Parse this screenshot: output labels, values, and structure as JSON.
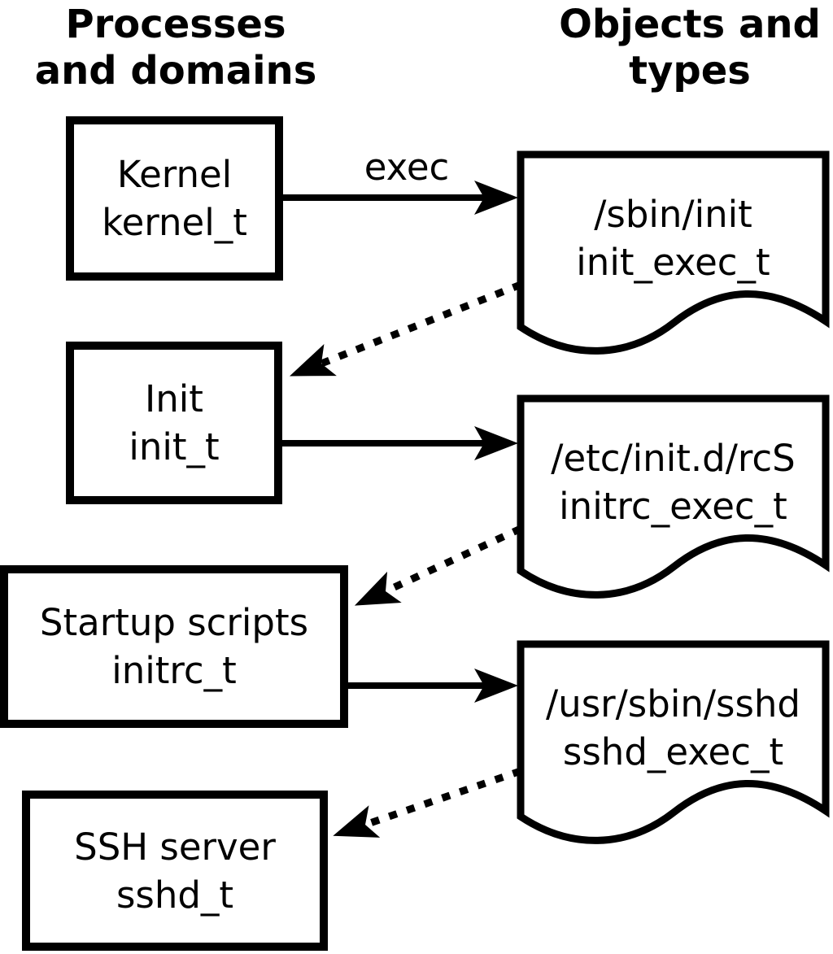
{
  "columns": {
    "left": {
      "line1": "Processes",
      "line2": "and domains"
    },
    "right": {
      "line1": "Objects and",
      "line2": "types"
    }
  },
  "processes": [
    {
      "name": "Kernel",
      "type": "kernel_t"
    },
    {
      "name": "Init",
      "type": "init_t"
    },
    {
      "name": "Startup scripts",
      "type": "initrc_t"
    },
    {
      "name": "SSH server",
      "type": "sshd_t"
    }
  ],
  "objects": [
    {
      "path": "/sbin/init",
      "type": "init_exec_t"
    },
    {
      "path": "/etc/init.d/rcS",
      "type": "initrc_exec_t"
    },
    {
      "path": "/usr/sbin/sshd",
      "type": "sshd_exec_t"
    }
  ],
  "arrows": {
    "exec_label": "exec"
  },
  "colors": {
    "ink": "#000000",
    "background": "#ffffff"
  }
}
